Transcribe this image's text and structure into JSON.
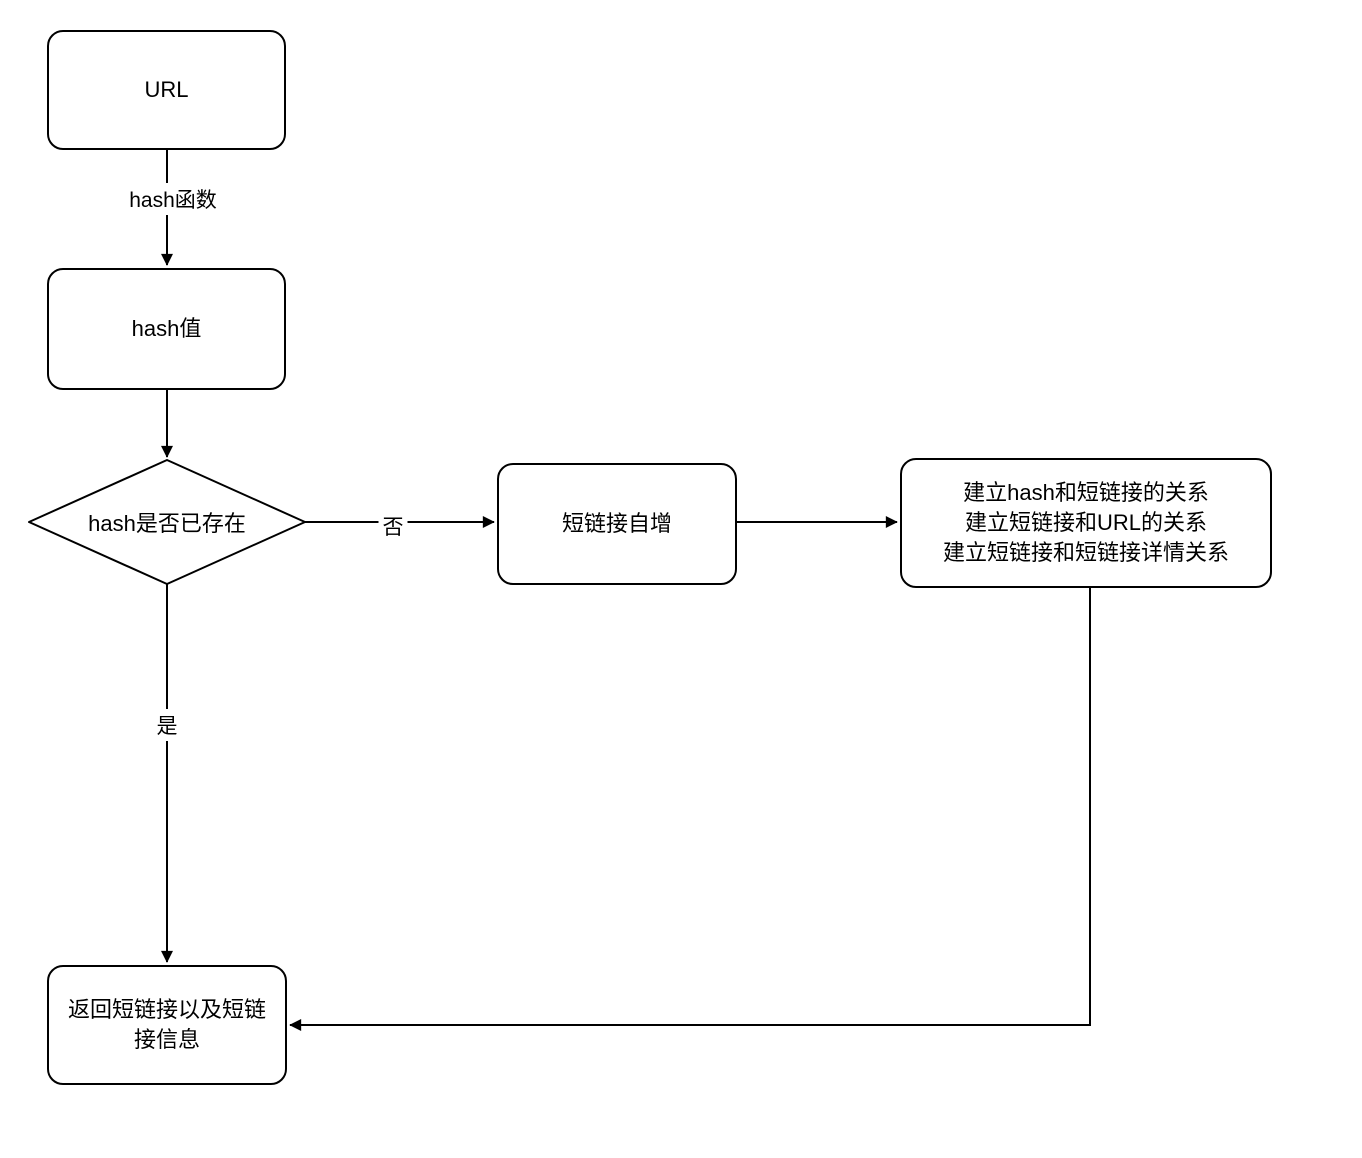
{
  "diagram": {
    "background": "#ffffff",
    "stroke_color": "#000000",
    "nodes": {
      "url": {
        "label": "URL"
      },
      "hash_value": {
        "label": "hash值"
      },
      "hash_exists": {
        "label": "hash是否已存在"
      },
      "shortlink_increment": {
        "label": "短链接自增"
      },
      "create_relations": {
        "lines": [
          "建立hash和短链接的关系",
          "建立短链接和URL的关系",
          "建立短链接和短链接详情关系"
        ]
      },
      "return_shortlink": {
        "label": "返回短链接以及短链接信息"
      }
    },
    "edge_labels": {
      "hash_function": "hash函数",
      "no": "否",
      "yes": "是"
    }
  }
}
